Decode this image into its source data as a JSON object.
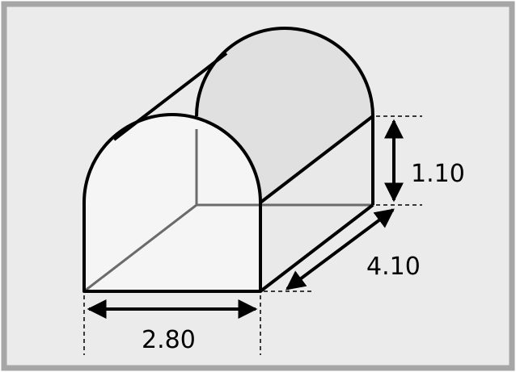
{
  "diagram": {
    "shape": "half-cylinder roofed box (tunnel shape)",
    "colors": {
      "background": "#ebebeb",
      "frame": "#a6a6a6",
      "front_face": "#f4f4f4",
      "back_face": "#e0e0e0",
      "edges": "#000000",
      "hidden_edges": "#6b6b6b"
    },
    "labels": {
      "width": "2.80",
      "depth": "4.10",
      "wall_height": "1.10"
    }
  }
}
